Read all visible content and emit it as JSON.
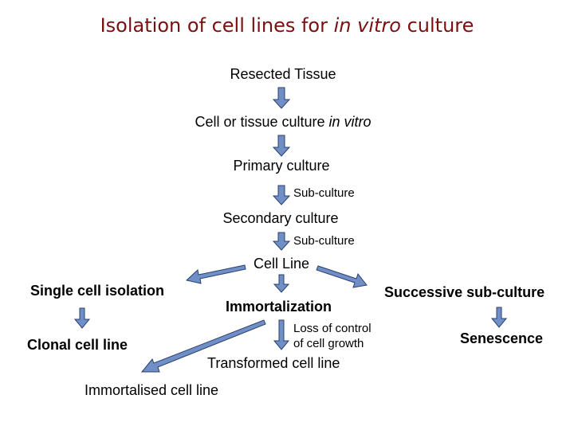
{
  "title": {
    "prefix": "Isolation of cell lines for ",
    "italic": "in vitro",
    "suffix": " culture"
  },
  "nodes": {
    "resected_tissue": "Resected Tissue",
    "cell_culture": {
      "prefix": "Cell or tissue culture ",
      "italic": "in vitro"
    },
    "primary_culture": "Primary culture",
    "subculture_1": "Sub-culture",
    "secondary_culture": "Secondary culture",
    "subculture_2": "Sub-culture",
    "cell_line": "Cell Line",
    "single_cell_isolation": "Single cell isolation",
    "immortalization": "Immortalization",
    "successive_subculture": "Successive sub-culture",
    "clonal_cell_line": "Clonal cell line",
    "loss_of_control_1": "Loss of control",
    "loss_of_control_2": "of cell growth",
    "senescence": "Senescence",
    "transformed_cell_line": "Transformed cell line",
    "immortalised_cell_line": "Immortalised cell line"
  },
  "colors": {
    "title": "#7a1010",
    "arrow_fill": "#6f8fc6",
    "arrow_stroke": "#2b3f6b"
  }
}
